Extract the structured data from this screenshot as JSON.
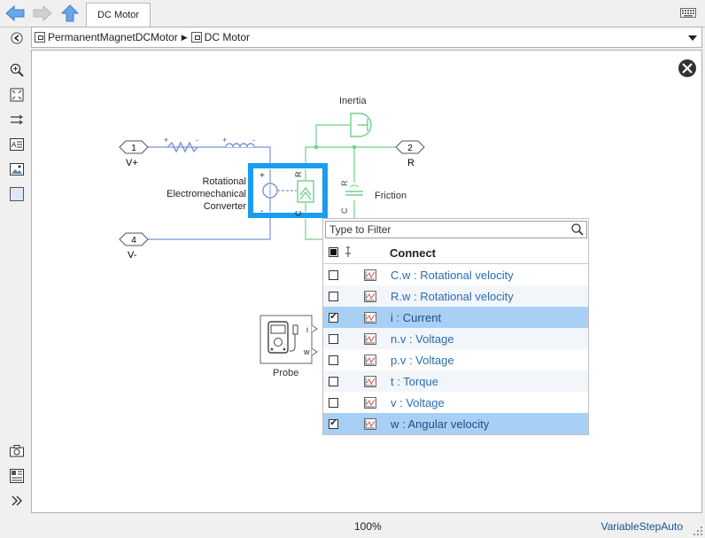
{
  "tab": {
    "label": "DC Motor"
  },
  "breadcrumb": {
    "root": "PermanentMagnetDCMotor",
    "current": "DC Motor"
  },
  "status": {
    "zoom": "100%",
    "solver": "VariableStepAuto"
  },
  "diagram": {
    "ports": [
      {
        "number": "1",
        "label": "V+"
      },
      {
        "number": "4",
        "label": "V-"
      },
      {
        "number": "2",
        "label": "R"
      }
    ],
    "inertia_label": "Inertia",
    "friction_label": "Friction",
    "converter_label_lines": [
      "Rotational",
      "Electromechanical",
      "Converter"
    ],
    "converter_port_plus": "+",
    "converter_port_minus": "-",
    "converter_port_r": "R",
    "converter_port_c": "C",
    "friction_port_r": "R",
    "friction_port_c": "C",
    "probe_label": "Probe",
    "probe_port_i": "i",
    "probe_port_w": "w",
    "resistor_plus": "+",
    "resistor_minus": "-",
    "inductor_plus": "+",
    "inductor_minus": "-"
  },
  "popup": {
    "filter_placeholder": "Type to Filter",
    "header": "Connect",
    "rows": [
      {
        "label": "C.w : Rotational velocity",
        "checked": false
      },
      {
        "label": "R.w : Rotational velocity",
        "checked": false
      },
      {
        "label": "i : Current",
        "checked": true
      },
      {
        "label": "n.v : Voltage",
        "checked": false
      },
      {
        "label": "p.v : Voltage",
        "checked": false
      },
      {
        "label": "t : Torque",
        "checked": false
      },
      {
        "label": "v : Voltage",
        "checked": false
      },
      {
        "label": "w : Angular velocity",
        "checked": true
      }
    ]
  },
  "colors": {
    "electrical": "#7b93d6",
    "mechanical": "#6fd08a",
    "highlight": "#1a9cf0",
    "selected_row": "#a8d0f4"
  }
}
